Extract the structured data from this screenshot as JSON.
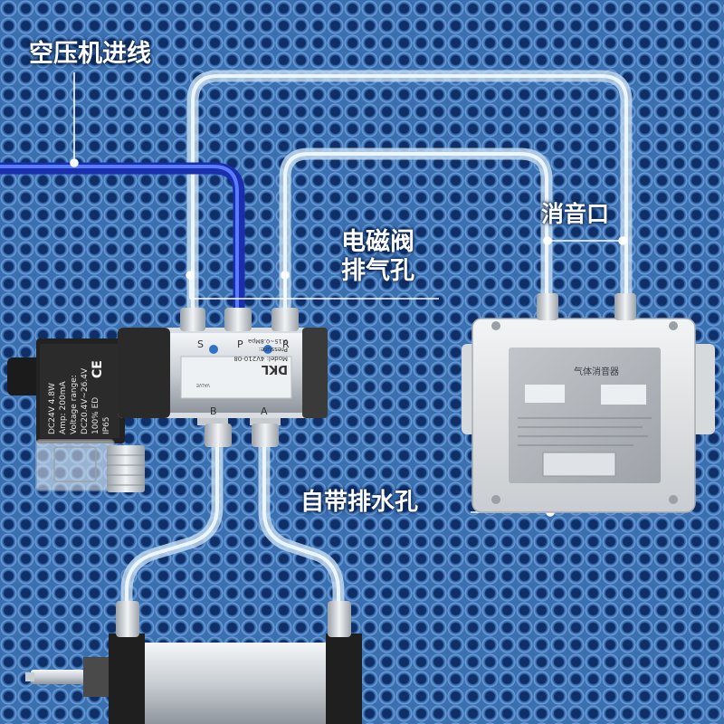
{
  "labels": {
    "compressor_inlet": "空压机进线",
    "solenoid_exhaust_line1": "电磁阀",
    "solenoid_exhaust_line2": "排气孔",
    "silencer_port": "消音口",
    "drain_hole": "自带排水孔"
  },
  "valve": {
    "brand": "DKL",
    "model": "Model: 4V210-08",
    "pressure": "Pressure:",
    "pressure_range": "0.15~0.8Mpa",
    "valve_word": "VALVE",
    "port_r": "R",
    "port_p": "P",
    "port_s": "S",
    "port_a": "A",
    "port_b": "B"
  },
  "coil": {
    "line1": "DC24V  4.8W",
    "line2": "Amp: 200mA",
    "line3": "Voltage range:",
    "line4": "DC20.4V~26.4V",
    "line5": "100% ED",
    "line6": "IP65",
    "ce_mark": "CE"
  },
  "silencer_box": {
    "title": "气体消音器"
  },
  "colors": {
    "background": "#3a6fb0",
    "tube_blue": "#2a48d8",
    "tube_clear": "#d8ecff",
    "label_text": "#ffffff"
  }
}
